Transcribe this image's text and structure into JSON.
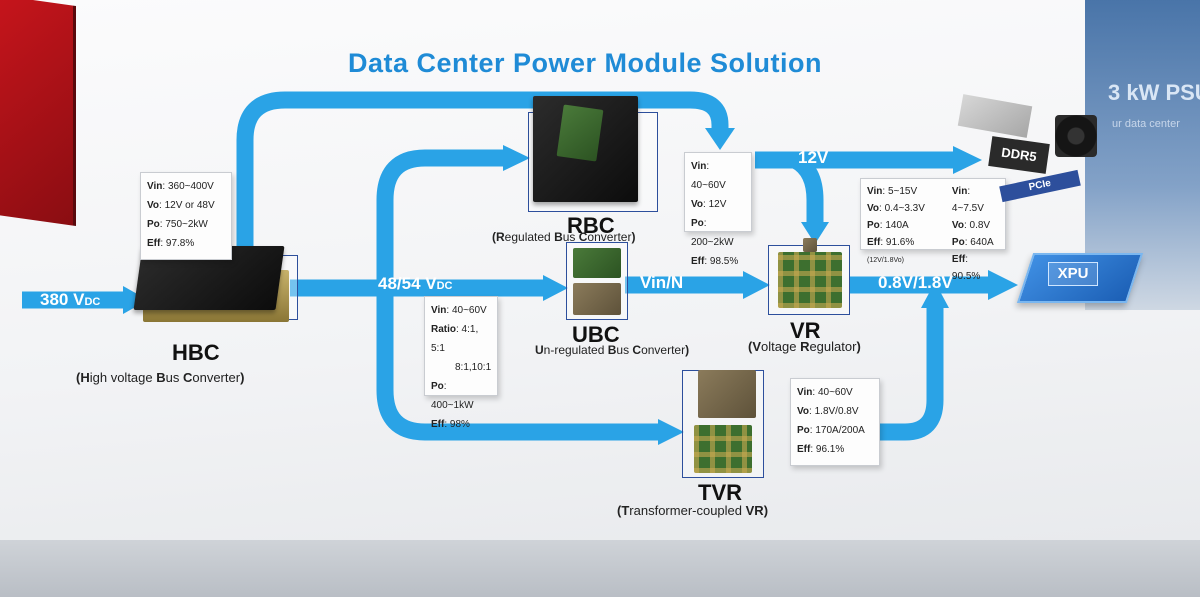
{
  "title": "Data Center Power Module Solution",
  "background_text": {
    "psu": "3 kW PSU",
    "sub": "ur data center"
  },
  "colors": {
    "flow_arrow": "#2aa3e6",
    "title": "#1f8bd6",
    "frame": "#2d4f9c"
  },
  "arrows": {
    "input": {
      "main": "380 V",
      "sub": "DC"
    },
    "bus": {
      "main": "48/54 V",
      "sub": "DC"
    },
    "vin_n": "Vin/N",
    "v12": "12V",
    "out": "0.8V/1.8V"
  },
  "modules": {
    "hbc": {
      "name": "HBC",
      "desc_parts": [
        "H",
        "igh voltage ",
        "B",
        "us ",
        "C",
        "onverter"
      ]
    },
    "rbc": {
      "name": "RBC",
      "desc_parts": [
        "R",
        "egulated ",
        "B",
        "us ",
        "C",
        "onverter"
      ]
    },
    "ubc": {
      "name": "UBC",
      "desc_parts": [
        "U",
        "n-regulated ",
        "B",
        "us ",
        "C",
        "onverter"
      ]
    },
    "vr": {
      "name": "VR",
      "desc_parts": [
        "V",
        "oltage ",
        "R",
        "egulator"
      ]
    },
    "tvr": {
      "name": "TVR",
      "desc_parts": [
        "T",
        "ransformer-coupled ",
        "VR"
      ]
    }
  },
  "specs": {
    "hbc": [
      {
        "k": "Vin",
        "v": ": 360~400V"
      },
      {
        "k": "Vo",
        "v": ": 12V or 48V"
      },
      {
        "k": "Po",
        "v": ": 750~2kW"
      },
      {
        "k": "Eff",
        "v": ": 97.8%"
      }
    ],
    "rbc": [
      {
        "k": "Vin",
        "v": ": 40~60V"
      },
      {
        "k": "Vo",
        "v": ": 12V"
      },
      {
        "k": "Po",
        "v": ": 200~2kW"
      },
      {
        "k": "Eff",
        "v": ": 98.5%"
      }
    ],
    "ubc": [
      {
        "k": "Vin",
        "v": ": 40~60V"
      },
      {
        "k": "Ratio",
        "v": ": 4:1, 5:1"
      },
      {
        "k": "",
        "v": "8:1,10:1"
      },
      {
        "k": "Po",
        "v": ": 400~1kW"
      },
      {
        "k": "Eff",
        "v": ": 98%"
      }
    ],
    "vr_left": [
      {
        "k": "Vin",
        "v": ": 5~15V"
      },
      {
        "k": "Vo",
        "v": ": 0.4~3.3V"
      },
      {
        "k": "Po",
        "v": ": 140A"
      },
      {
        "k": "Eff",
        "v": ": 91.6%",
        "note": "(12V/1.8Vo)"
      }
    ],
    "vr_right": [
      {
        "k": "Vin",
        "v": ": 4~7.5V"
      },
      {
        "k": "Vo",
        "v": ": 0.8V"
      },
      {
        "k": "Po",
        "v": ": 640A"
      },
      {
        "k": "Eff",
        "v": ": 90.5%"
      }
    ],
    "tvr": [
      {
        "k": "Vin",
        "v": ": 40~60V"
      },
      {
        "k": "Vo",
        "v": ": 1.8V/0.8V"
      },
      {
        "k": "Po",
        "v": ": 170A/200A"
      },
      {
        "k": "Eff",
        "v": ": 96.1%"
      }
    ]
  },
  "targets": {
    "xpu": "XPU",
    "ddr": "DDR5",
    "pcie": "PCIe"
  }
}
